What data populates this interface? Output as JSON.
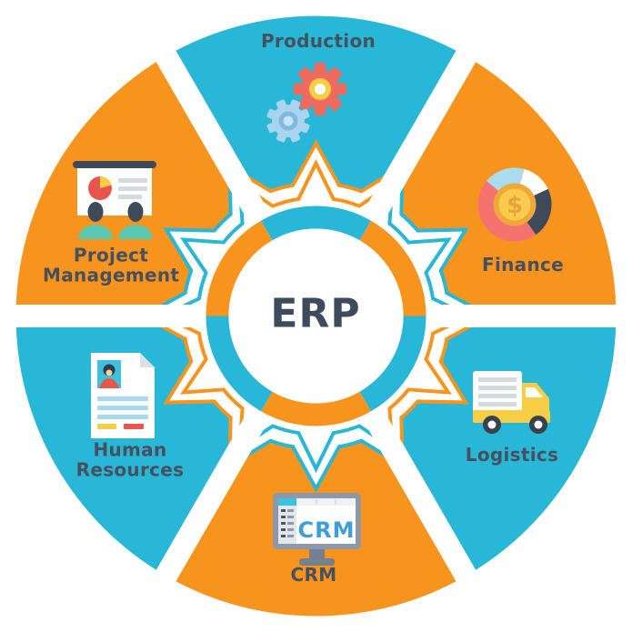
{
  "center": {
    "title": "ERP"
  },
  "palette": {
    "teal": "#29B7D7",
    "orange": "#F7941E",
    "white": "#FFFFFF",
    "label_text": "#46505E",
    "center_text": "#3E4B5C",
    "icon_red": "#EE6B5D",
    "icon_red_deep": "#E8554D",
    "icon_salmon": "#F5736E",
    "icon_yellow": "#F6CE45",
    "icon_gold": "#F0A73B",
    "icon_gold_light": "#FBCB4D",
    "icon_dollar": "#E8A33C",
    "icon_gear_blue": "#A8D4EE",
    "icon_gear_ring_blue": "#7FB9E0",
    "icon_gear_hub_blue": "#C8E3F5",
    "icon_donut_blue": "#A9DCEF",
    "icon_slate": "#3E4A59",
    "icon_gray": "#D5DAE0",
    "icon_frame_gray": "#8D99A8",
    "icon_stand_gray": "#76808F",
    "icon_mint": "#5BC8B2",
    "icon_line_blue": "#A5D9F4",
    "icon_photo_teal": "#3EC1DC",
    "icon_skin": "#FBCF9C",
    "icon_hair": "#333A47",
    "icon_sidebar_gray": "#E2E7EC",
    "icon_fold_gray": "#D9E0E7",
    "icon_tab_gray": "#EFF2F5",
    "icon_dash_dark": "#4A5562",
    "icon_wheel_dark": "#37424F",
    "icon_screen_blue": "#3F9FD8"
  },
  "segments": [
    {
      "id": "production",
      "label": "Production",
      "color": "teal",
      "icon": "gears-icon"
    },
    {
      "id": "finance",
      "label": "Finance",
      "color": "orange",
      "icon": "donut-chart-coin-icon"
    },
    {
      "id": "logistics",
      "label": "Logistics",
      "color": "teal",
      "icon": "delivery-truck-icon"
    },
    {
      "id": "crm",
      "label": "CRM",
      "color": "orange",
      "icon": "monitor-icon"
    },
    {
      "id": "human-resources",
      "label": "Human Resources",
      "color": "teal",
      "icon": "resume-icon"
    },
    {
      "id": "project-management",
      "label": "Project Management",
      "color": "orange",
      "icon": "presentation-icon"
    }
  ],
  "icons": {
    "crm_screen_text": "CRM",
    "coin_symbol": "$"
  }
}
